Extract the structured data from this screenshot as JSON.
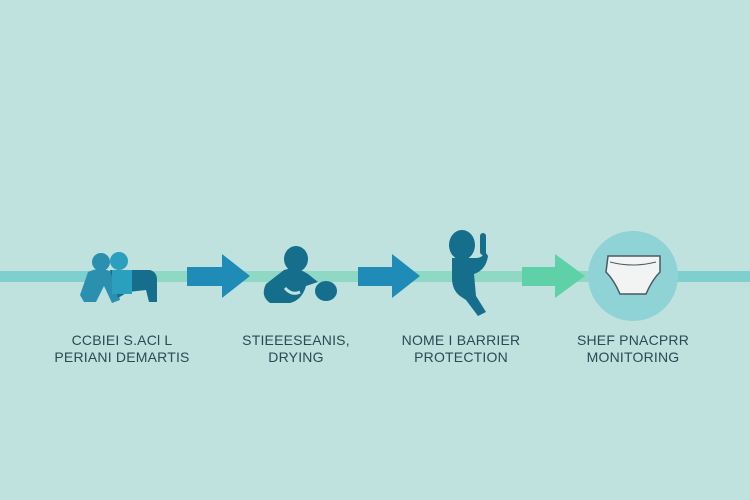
{
  "colors": {
    "background": "#bfe2de",
    "line": "#7fcfcf",
    "arrow_blue": "#1f8bb7",
    "arrow_green": "#5fd1a8",
    "figure": "#146e8c",
    "circle": "#8fd3d6"
  },
  "steps": [
    {
      "icon": "crawling-babies-icon",
      "line1": "CCBIEI S.ACl L",
      "line2": "PERIANI DEMARTIS"
    },
    {
      "icon": "sitting-baby-icon",
      "line1": "STIEEESEANIS,",
      "line2": "DRYING"
    },
    {
      "icon": "standing-baby-icon",
      "line1": "NOME I BARRIER",
      "line2": "PROTECTION"
    },
    {
      "icon": "diaper-icon",
      "line1": "SHEF PNACPRR",
      "line2": "MONITORING"
    }
  ]
}
